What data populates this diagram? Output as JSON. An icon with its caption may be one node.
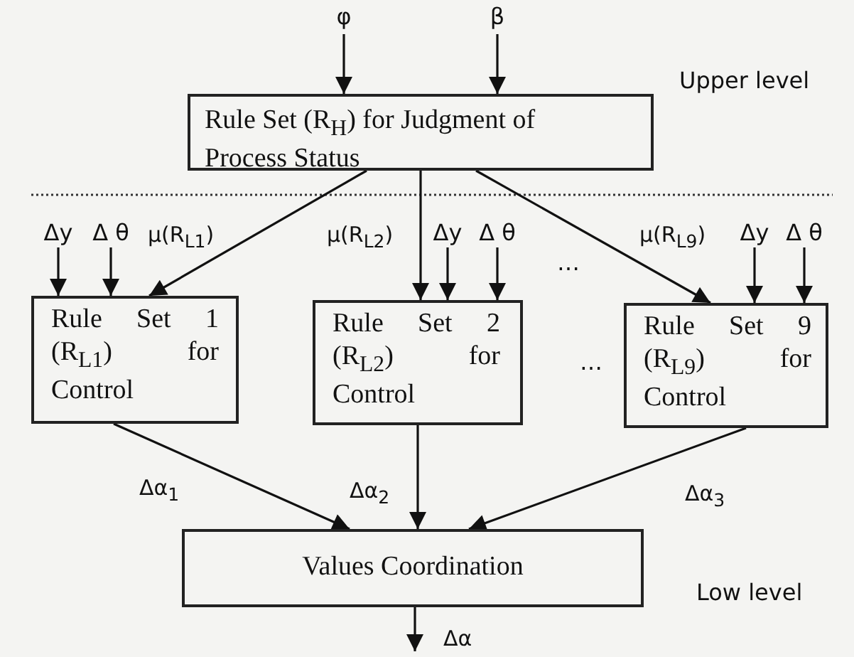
{
  "diagram": {
    "nodes": [
      {
        "text": [
          "φ"
        ]
      },
      {
        "text": [
          "β"
        ]
      },
      {
        "text": [
          "Rule Set (R$_{H}$) for Judgment of Process Status"
        ]
      },
      {
        "text": [
          "Δy"
        ]
      },
      {
        "text": [
          "Δ θ"
        ]
      },
      {
        "text": [
          "Δy"
        ]
      },
      {
        "text": [
          "Δ θ"
        ]
      },
      {
        "text": [
          "Δy"
        ]
      },
      {
        "text": [
          "Δ θ"
        ]
      },
      {
        "text": [
          "Rule Set 1 (R$_{L1}$) for Control"
        ]
      },
      {
        "text": [
          "Rule Set 2 (R$_{L2}$) for Control"
        ]
      },
      {
        "text": [
          "Rule Set 9 (R$_{L9}$) for Control"
        ]
      },
      {
        "text": [
          "Values Coordination"
        ]
      }
    ],
    "edges": [
      {
        "from": 0,
        "to": 2,
        "arrow": "to"
      },
      {
        "from": 1,
        "to": 2,
        "arrow": "to"
      },
      {
        "from": 3,
        "to": 9,
        "arrow": "to"
      },
      {
        "from": 4,
        "to": 9,
        "arrow": "to"
      },
      {
        "from": 2,
        "to": 9,
        "arrow": "to",
        "label": "μ(R$_{L1}$)"
      },
      {
        "from": 2,
        "to": 10,
        "arrow": "to",
        "label": "μ(R$_{L2}$)"
      },
      {
        "from": 5,
        "to": 10,
        "arrow": "to"
      },
      {
        "from": 6,
        "to": 10,
        "arrow": "to"
      },
      {
        "from": 2,
        "to": 11,
        "arrow": "to",
        "label": "μ(R$_{L9}$)"
      },
      {
        "from": 7,
        "to": 11,
        "arrow": "to"
      },
      {
        "from": 8,
        "to": 11,
        "arrow": "to"
      },
      {
        "from": 9,
        "to": 12,
        "arrow": "to",
        "label": "Δα$_{1}$"
      },
      {
        "from": 10,
        "to": 12,
        "arrow": "to",
        "label": "Δα$_{2}$"
      },
      {
        "from": 11,
        "to": 12,
        "arrow": "to",
        "label": "Δα$_{3}$"
      },
      {
        "from": 12,
        "to": null,
        "arrow": "to",
        "label": "Δα"
      }
    ],
    "labels": [
      "Upper level",
      "…",
      "…",
      "Low level"
    ]
  }
}
